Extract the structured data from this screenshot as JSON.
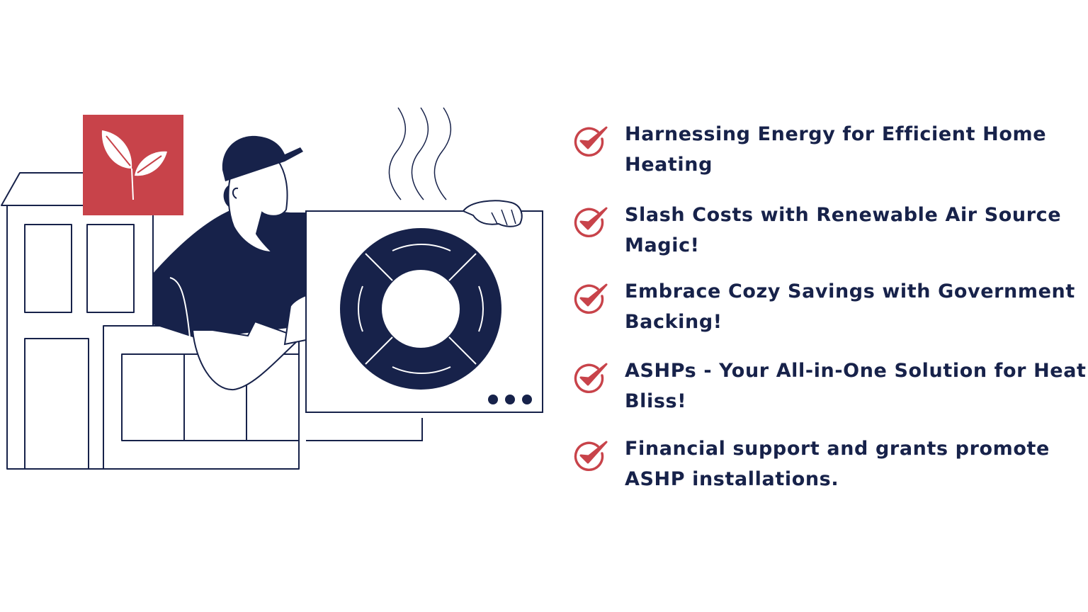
{
  "colors": {
    "navy": "#17224a",
    "accent_red": "#c8434a",
    "background": "#ffffff"
  },
  "illustration": {
    "icons": [
      "house-icon",
      "leaf-sprout-icon",
      "technician-icon",
      "heat-pump-unit-icon",
      "heat-waves-icon"
    ]
  },
  "benefits": [
    {
      "icon": "check-circle-icon",
      "text": "Harnessing Energy for Efficient Home\nHeating"
    },
    {
      "icon": "check-circle-icon",
      "text": "Slash Costs with Renewable Air Source\nMagic!"
    },
    {
      "icon": "check-circle-icon",
      "text": "Embrace Cozy Savings with Government\nBacking!"
    },
    {
      "icon": "check-circle-icon",
      "text": "ASHPs - Your All-in-One Solution for Heat\nBliss!"
    },
    {
      "icon": "check-circle-icon",
      "text": "Financial support and grants promote\nASHP installations."
    }
  ]
}
